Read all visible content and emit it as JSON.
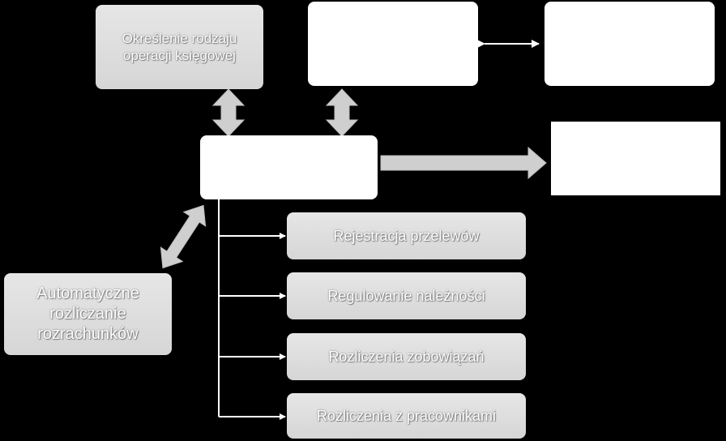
{
  "diagram": {
    "accounting_type_box": "Określenie rodzaju\noperacji księgowej",
    "auto_settlement_box": "Automatyczne\nrozliczanie\nrozrachunków",
    "branches": [
      "Rejestracja przelewów",
      "Regulowanie należności",
      "Rozliczenia zobowiązań",
      "Rozliczenia z pracownikami"
    ]
  },
  "colors": {
    "background": "#000000",
    "gray_box": "#dddddd",
    "white_box": "#ffffff",
    "arrow": "#cfcfcf"
  }
}
